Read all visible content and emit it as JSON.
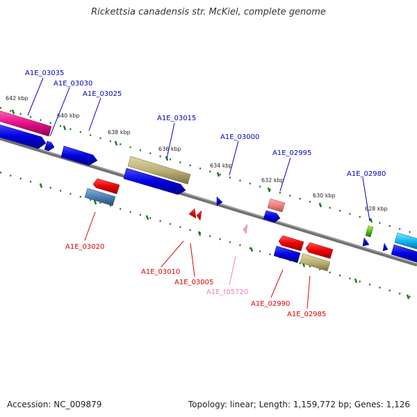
{
  "title": "Rickettsia canadensis str. McKiel, complete genome",
  "footer": {
    "accession": "Accession: NC_009879",
    "summary": "Topology: linear; Length: 1,159,772 bp; Genes: 1,126"
  },
  "colors": {
    "backbone": "#7a7a7a",
    "ruler": "#1c7a1c",
    "top_labels": "#0000bb",
    "bottom_labels": "#dd0000",
    "trna_label": "#f080b0"
  },
  "ticks": [
    "642 kbp",
    "640 kbp",
    "638 kbp",
    "636 kbp",
    "634 kbp",
    "632 kbp",
    "630 kbp",
    "628 kbp"
  ],
  "top_labels": [
    "A1E_03035",
    "A1E_03030",
    "A1E_03025",
    "A1E_03015",
    "A1E_03000",
    "A1E_02995",
    "A1E_02980"
  ],
  "bottom_labels": [
    "A1E_03020",
    "A1E_03010",
    "A1E_03005",
    "A1E_t05720",
    "A1E_02990",
    "A1E_02985"
  ]
}
